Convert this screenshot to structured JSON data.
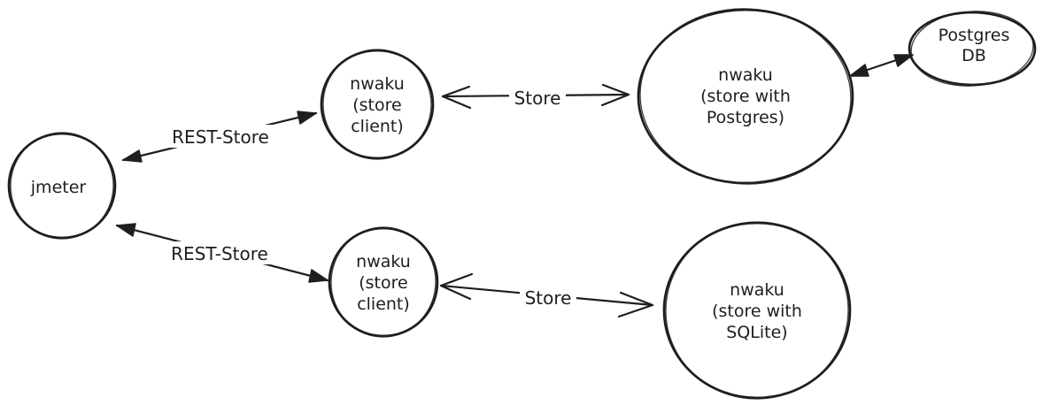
{
  "diagram": {
    "type": "hand-drawn-topology-diagram",
    "colors": {
      "stroke": "#1e1e1e",
      "background": "#ffffff"
    },
    "nodes": [
      {
        "id": "jmeter",
        "lines": [
          "jmeter"
        ]
      },
      {
        "id": "store-client-top",
        "lines": [
          "nwaku",
          "(store",
          "client)"
        ]
      },
      {
        "id": "store-postgres",
        "lines": [
          "nwaku",
          "(store with",
          "Postgres)"
        ]
      },
      {
        "id": "postgres-db",
        "lines": [
          "Postgres",
          "DB"
        ]
      },
      {
        "id": "store-client-bottom",
        "lines": [
          "nwaku",
          "(store",
          "client)"
        ]
      },
      {
        "id": "store-sqlite",
        "lines": [
          "nwaku",
          "(store with",
          "SQLite)"
        ]
      }
    ],
    "edges": [
      {
        "id": "rest-store-top",
        "label": "REST-Store",
        "from": "jmeter",
        "to": "store-client-top",
        "direction": "bidirectional",
        "head": "solid"
      },
      {
        "id": "store-top",
        "label": "Store",
        "from": "store-client-top",
        "to": "store-postgres",
        "direction": "bidirectional",
        "head": "open"
      },
      {
        "id": "postgres-db-link",
        "label": "",
        "from": "store-postgres",
        "to": "postgres-db",
        "direction": "bidirectional",
        "head": "solid"
      },
      {
        "id": "rest-store-bottom",
        "label": "REST-Store",
        "from": "jmeter",
        "to": "store-client-bottom",
        "direction": "bidirectional",
        "head": "solid"
      },
      {
        "id": "store-bottom",
        "label": "Store",
        "from": "store-client-bottom",
        "to": "store-sqlite",
        "direction": "bidirectional",
        "head": "open"
      }
    ]
  }
}
